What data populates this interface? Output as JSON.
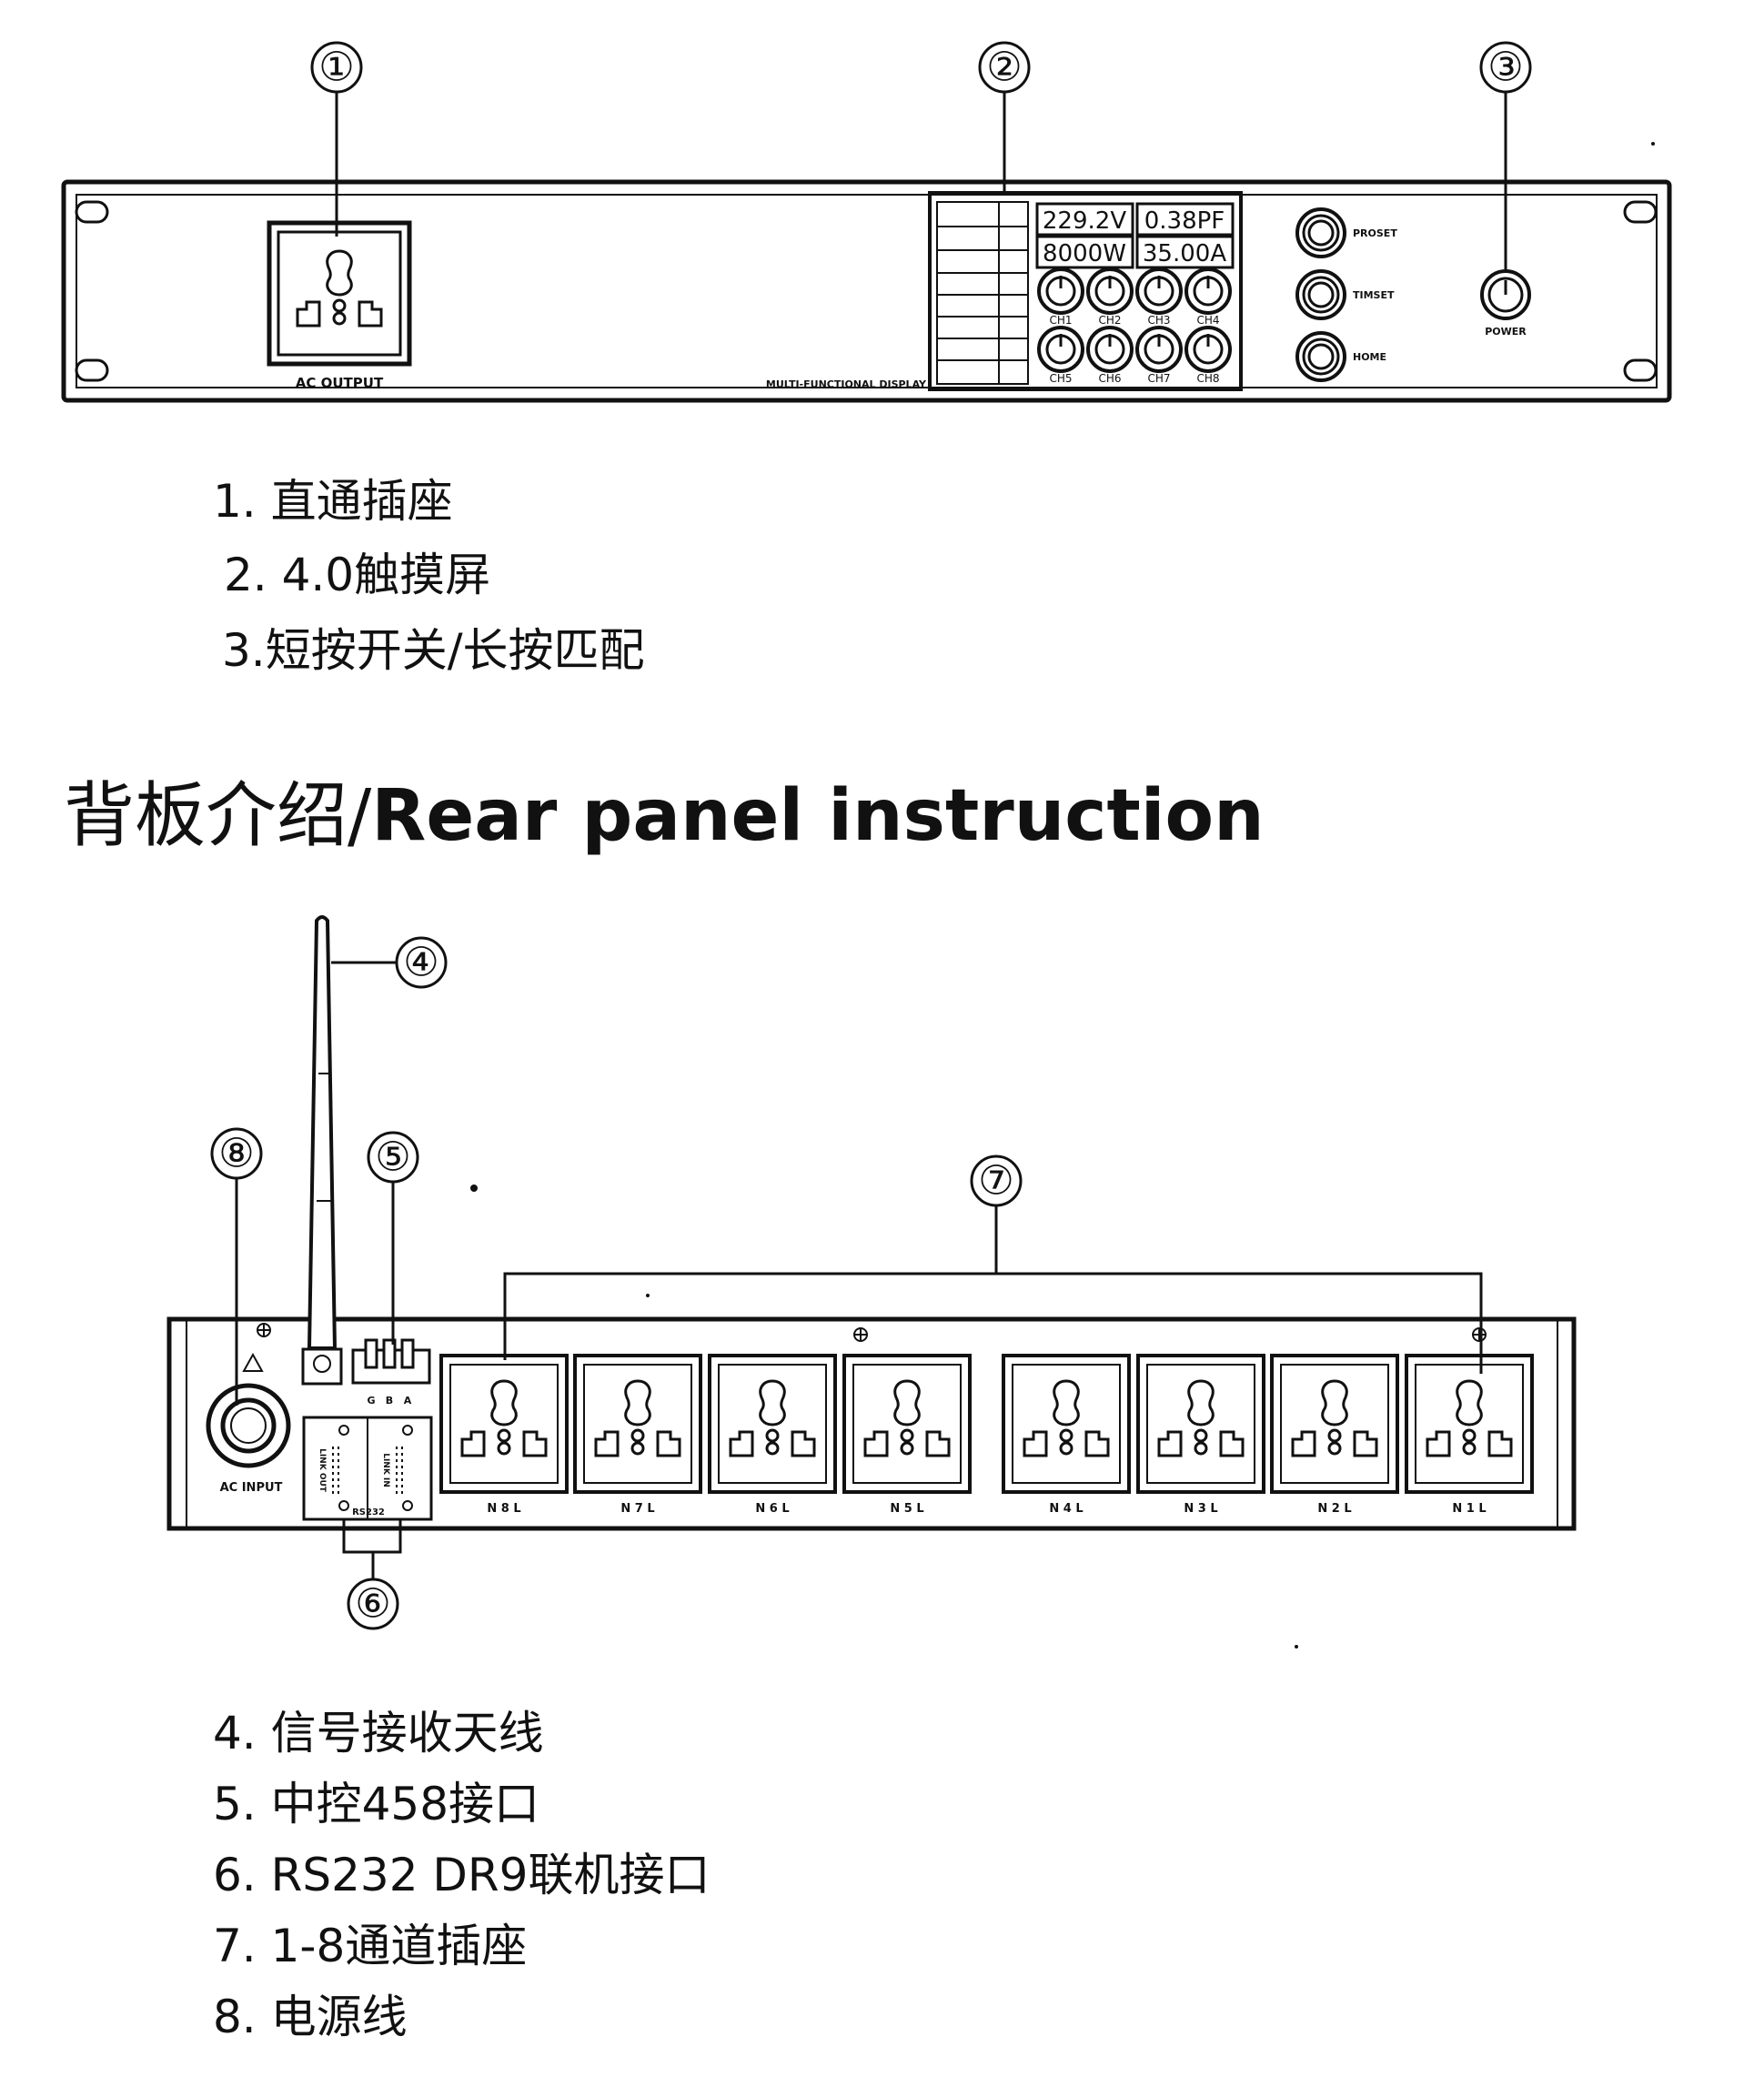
{
  "front_panel": {
    "callouts": [
      "①",
      "②",
      "③"
    ],
    "ac_output_label": "AC OUTPUT",
    "display_label": "MULTI-FUNCTIONAL DISPLAY",
    "screen": {
      "voltage": "229.2V",
      "power_factor": "0.38PF",
      "power": "8000W",
      "current": "35.00A",
      "channel_labels": [
        "CH1",
        "CH2",
        "CH3",
        "CH4",
        "CH5",
        "CH6",
        "CH7",
        "CH8"
      ]
    },
    "buttons": [
      "PROSET",
      "TIMSET",
      "HOME"
    ],
    "power_label": "POWER"
  },
  "front_list": [
    "1. 直通插座",
    "2. 4.0触摸屏",
    "3.短按开关/长按匹配"
  ],
  "rear_heading": {
    "zh": "背板介绍/",
    "en": "Rear panel instruction"
  },
  "rear_panel": {
    "callouts": [
      "④",
      "⑤",
      "⑥",
      "⑦",
      "⑧"
    ],
    "ac_input_label": "AC INPUT",
    "rs232_label": "RS232",
    "link_out_label": "LINK OUT",
    "link_in_label": "LINK IN",
    "terminal_labels": [
      "G",
      "B",
      "A"
    ],
    "outlet_labels": [
      "N 8 L",
      "N 7 L",
      "N 6 L",
      "N 5 L",
      "N 4 L",
      "N 3 L",
      "N 2 L",
      "N 1 L"
    ]
  },
  "rear_list": [
    "4. 信号接收天线",
    "5. 中控458接口",
    "6. RS232 DR9联机接口",
    "7. 1-8通道插座",
    "8. 电源线"
  ]
}
